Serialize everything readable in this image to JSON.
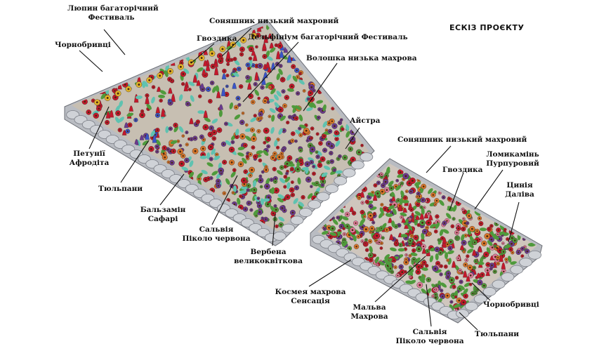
{
  "title": "ЕСКІЗ ПРОЄКТУ",
  "colors": {
    "bed_border": "#b9bcc2",
    "soil": "#c7bfb2",
    "red_flower": "#c4182b",
    "blue_flower": "#3a54c8",
    "purple_flower": "#6a3a8e",
    "orange_flower": "#d9772a",
    "yellow_flower": "#e2b52a",
    "leaf_green": "#4f9a3c",
    "teal_leaf": "#5fc2b0"
  },
  "labels": {
    "lupin": [
      "Люпин багаторічний",
      "Фестиваль"
    ],
    "sunflower1": [
      "Соняшник низький махровий"
    ],
    "carnation1": [
      "Гвоздика"
    ],
    "marigold1": [
      "Чорнобривці"
    ],
    "delphinium": [
      "Дельфініум багаторічний Фестиваль"
    ],
    "cornflower": [
      "Волошка низька махрова"
    ],
    "aster": [
      "Айстра"
    ],
    "petunia": [
      "Петунії",
      "Афродіта"
    ],
    "tulips1": [
      "Тюльпани"
    ],
    "balsam": [
      "Бальзамін",
      "Сафарі"
    ],
    "salvia1": [
      "Сальвія",
      "Піколо червона"
    ],
    "verbena": [
      "Вербена",
      "великоквіткова"
    ],
    "sunflower2": [
      "Соняшник низький махровий"
    ],
    "carnation2": [
      "Гвоздика"
    ],
    "saxifrage": [
      "Ломикамінь",
      "Пурпуровий"
    ],
    "zinnia": [
      "Цинія",
      "Даліва"
    ],
    "cosmos": [
      "Космея махрова",
      "Сенсація"
    ],
    "mallow": [
      "Мальва",
      "Махрова"
    ],
    "salvia2": [
      "Сальвія",
      "Піколо червона"
    ],
    "marigold2": [
      "Чорнобривці"
    ],
    "tulips2": [
      "Тюльпани"
    ]
  }
}
